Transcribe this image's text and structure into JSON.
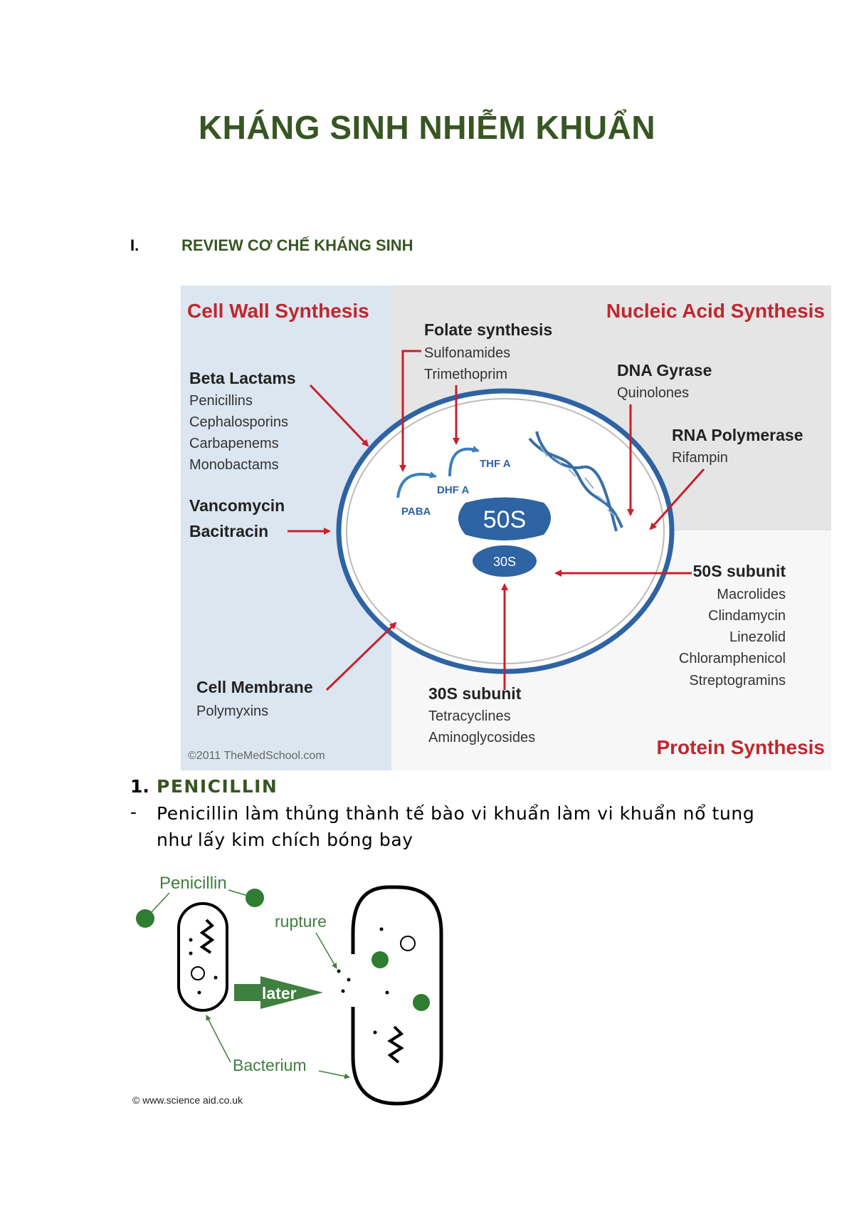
{
  "document": {
    "title": "KHÁNG SINH NHIỄM KHUẨN",
    "section": {
      "number": "I.",
      "title": "REVIEW CƠ CHẾ KHÁNG SINH"
    },
    "subsection": {
      "number": "1.",
      "title": "PENICILLIN"
    },
    "bullet_dash": "-",
    "paragraph": "Penicillin làm thủng thành tế bào vi khuẩn làm vi khuẩn nổ tung như lấy kim chích bóng bay"
  },
  "figure1": {
    "cell_wall_header": "Cell Wall Synthesis",
    "nucleic_header": "Nucleic Acid Synthesis",
    "protein_header": "Protein Synthesis",
    "folate_title": "Folate synthesis",
    "sulfonamides": "Sulfonamides",
    "trimethoprim": "Trimethoprim",
    "beta_title": "Beta Lactams",
    "penicillins": "Penicillins",
    "cephalosporins": "Cephalosporins",
    "carbapenems": "Carbapenems",
    "monobactams": "Monobactams",
    "vancomycin": "Vancomycin",
    "bacitracin": "Bacitracin",
    "dna_gyrase": "DNA Gyrase",
    "quinolones": "Quinolones",
    "rna_pol": "RNA Polymerase",
    "rifampin": "Rifampin",
    "paba": "PABA",
    "dhf": "DHF A",
    "thf": "THF A",
    "r50s": "50S",
    "r30s": "30S",
    "s50_title": "50S subunit",
    "macrolides": "Macrolides",
    "clindamycin": "Clindamycin",
    "linezolid": "Linezolid",
    "chloramphenicol": "Chloramphenicol",
    "streptogramins": "Streptogramins",
    "membrane_title": "Cell Membrane",
    "polymyxins": "Polymyxins",
    "s30_title": "30S subunit",
    "tetracyclines": "Tetracyclines",
    "aminoglycosides": "Aminoglycosides",
    "copyright": "©2011 TheMedSchool.com",
    "colors": {
      "header_red": "#c0272d",
      "arrow_red": "#c8202a",
      "cell_blue": "#2e63a4",
      "left_panel": "#dce6f1",
      "right_panel": "#e5e5e5"
    }
  },
  "figure2": {
    "penicillin_label": "Penicillin",
    "rupture_label": "rupture",
    "later_label": "later",
    "bacterium_label": "Bacterium",
    "copyright": "© www.science aid.co.uk",
    "colors": {
      "green": "#2e7d32",
      "label_green": "#3f7f3f"
    }
  }
}
